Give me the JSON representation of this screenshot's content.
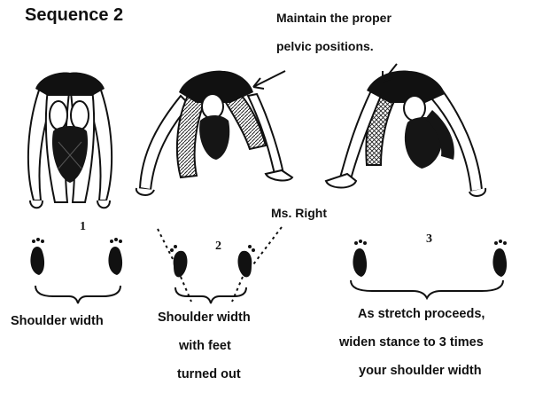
{
  "title": "Sequence 2",
  "annotation": {
    "line1": "Maintain the proper",
    "line2": "pelvic positions."
  },
  "label_ms_right": "Ms. Right",
  "steps": [
    {
      "number": "1",
      "caption": [
        "Shoulder width"
      ]
    },
    {
      "number": "2",
      "caption": [
        "Shoulder width",
        "with feet",
        "turned out"
      ]
    },
    {
      "number": "3",
      "caption": [
        "As stretch proceeds,",
        "widen stance to 3 times",
        "your shoulder width"
      ]
    }
  ]
}
